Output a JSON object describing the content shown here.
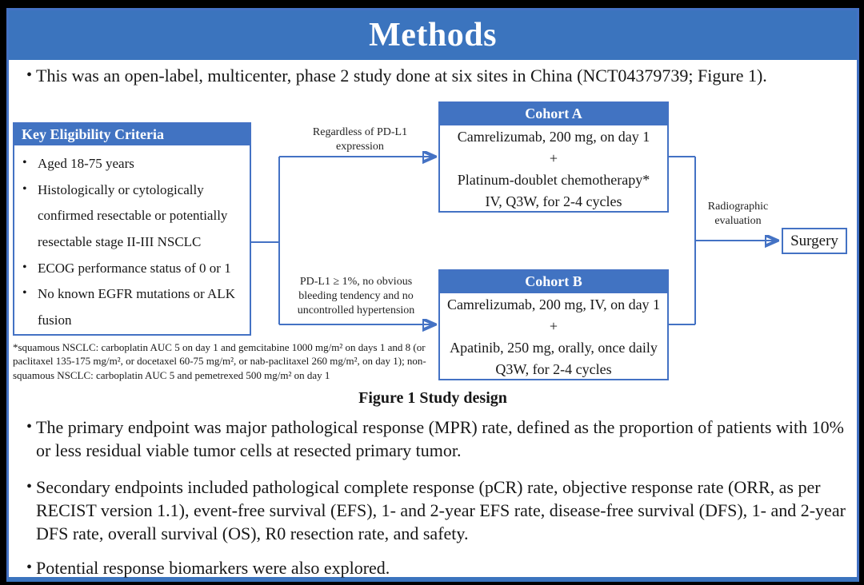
{
  "slide": {
    "title": "Methods",
    "intro_bullet": "This was an open-label, multicenter, phase 2 study done at six sites in China (NCT04379739; Figure 1).",
    "figure_caption": "Figure 1 Study design",
    "endpoint_bullets": [
      "The primary endpoint was major pathological response (MPR) rate, defined as the proportion of patients with 10% or less residual viable tumor cells at resected primary tumor.",
      "Secondary endpoints included pathological complete response (pCR) rate, objective response rate (ORR, as per RECIST version 1.1), event-free survival (EFS), 1- and 2-year EFS rate, disease-free survival (DFS), 1- and 2-year DFS rate, overall survival (OS), R0 resection rate, and safety.",
      "Potential response biomarkers were also explored."
    ]
  },
  "diagram": {
    "eligibility": {
      "header": "Key Eligibility Criteria",
      "items": [
        "Aged 18-75 years",
        "Histologically or cytologically confirmed resectable or potentially resectable stage II-III NSCLC",
        "ECOG performance status of 0 or 1",
        "No known EGFR mutations or ALK fusion"
      ]
    },
    "footnote": "*squamous NSCLC: carboplatin AUC 5 on day 1 and gemcitabine 1000 mg/m² on days 1 and 8 (or paclitaxel 135-175 mg/m², or docetaxel 60-75 mg/m², or nab-paclitaxel 260 mg/m², on day 1); non-squamous NSCLC: carboplatin AUC 5 and pemetrexed 500 mg/m² on day 1",
    "branch_top_label": "Regardless of PD-L1 expression",
    "branch_bottom_label": "PD-L1 ≥ 1%, no obvious bleeding tendency and no uncontrolled hypertension",
    "cohort_a": {
      "header": "Cohort A",
      "line1": "Camrelizumab, 200 mg, on day 1",
      "line2": "+",
      "line3": "Platinum-doublet chemotherapy*",
      "line4": "IV, Q3W, for 2-4 cycles"
    },
    "cohort_b": {
      "header": "Cohort B",
      "line1": "Camrelizumab, 200 mg, IV, on day 1",
      "line2": "+",
      "line3": "Apatinib, 250 mg, orally, once daily",
      "line4": "Q3W, for 2-4 cycles"
    },
    "evaluation_label": "Radiographic evaluation",
    "surgery_label": "Surgery"
  },
  "colors": {
    "band_blue": "#3b74be",
    "box_header_blue": "#4173c2",
    "accent_blue": "#4472c4",
    "text_black": "#171717",
    "background_black": "#000000",
    "white": "#ffffff"
  }
}
